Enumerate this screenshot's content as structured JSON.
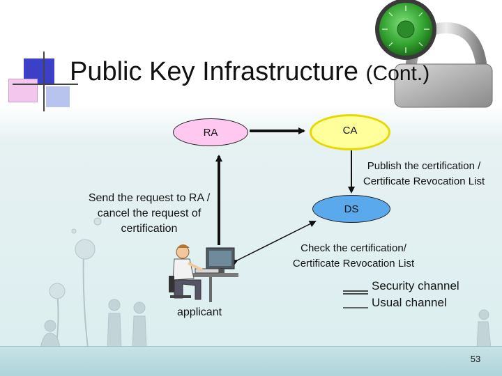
{
  "slide": {
    "title": "Public Key Infrastructure",
    "title_suffix": "(Cont.)",
    "page_number": "53"
  },
  "nodes": {
    "ra": "RA",
    "ca": "CA",
    "ds": "DS",
    "applicant": "applicant"
  },
  "edges": {
    "send_request": [
      "Send the request to RA /",
      "cancel the request of",
      "certification"
    ],
    "publish": [
      "Publish the certification /",
      "Certificate Revocation List"
    ],
    "check": [
      "Check the certification/",
      "Certificate Revocation List"
    ]
  },
  "legend": {
    "security_channel": "Security channel",
    "usual_channel": "Usual channel"
  },
  "colors": {
    "ra_fill": "#ffc8f0",
    "ca_fill": "#ffff9c",
    "ds_fill": "#5aa9ec",
    "ca_border": "#e6d800",
    "title_square_blue": "#3c3fc8",
    "title_square_pink": "#f3c6ee"
  }
}
